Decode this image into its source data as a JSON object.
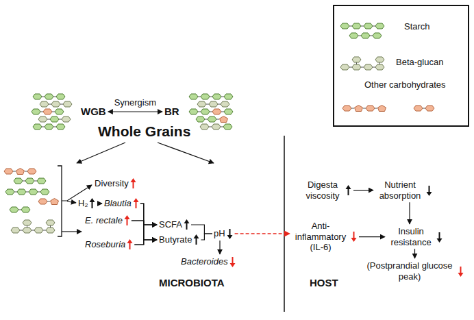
{
  "diagram": {
    "nodes": [
      {
        "text": [
          "WGB"
        ]
      },
      {
        "text": [
          "BR"
        ]
      },
      {
        "text": [
          "Whole Grains"
        ]
      },
      {
        "text": [
          "Diversity"
        ]
      },
      {
        "text": [
          "H₂"
        ]
      },
      {
        "text": [
          "Blautia"
        ]
      },
      {
        "text": [
          "E. rectale"
        ]
      },
      {
        "text": [
          "Roseburia"
        ]
      },
      {
        "text": [
          "SCFA"
        ]
      },
      {
        "text": [
          "Butyrate"
        ]
      },
      {
        "text": [
          "pH"
        ]
      },
      {
        "text": [
          "Bacteroides"
        ]
      },
      {
        "text": [
          "Digesta viscosity"
        ]
      },
      {
        "text": [
          "Nutrient absorption"
        ]
      },
      {
        "text": [
          "Anti-inflammatory (IL-6)"
        ]
      },
      {
        "text": [
          "Insulin resistance"
        ]
      },
      {
        "text": [
          "(Postprandial glucose peak)"
        ]
      }
    ],
    "edges": [
      {
        "from": 0,
        "to": 1,
        "arrow": "both",
        "label": "Synergism"
      },
      {
        "from": 4,
        "to": 5,
        "arrow": "to"
      },
      {
        "from": 5,
        "to": 8,
        "arrow": "to"
      },
      {
        "from": 5,
        "to": 9,
        "arrow": "to"
      },
      {
        "from": 6,
        "to": 8,
        "arrow": "to"
      },
      {
        "from": 6,
        "to": 9,
        "arrow": "to"
      },
      {
        "from": 7,
        "to": 8,
        "arrow": "to"
      },
      {
        "from": 7,
        "to": 9,
        "arrow": "to"
      },
      {
        "from": 8,
        "to": 10,
        "arrow": "none"
      },
      {
        "from": 9,
        "to": 10,
        "arrow": "none"
      },
      {
        "from": 10,
        "to": 11,
        "arrow": "to"
      },
      {
        "from": 10,
        "to": 14,
        "arrow": "to"
      },
      {
        "from": 12,
        "to": 13,
        "arrow": "to"
      },
      {
        "from": 13,
        "to": 15,
        "arrow": "to"
      },
      {
        "from": 14,
        "to": 15,
        "arrow": "to"
      },
      {
        "from": 15,
        "to": 16,
        "arrow": "to"
      }
    ],
    "labels": [
      "MICROBIOTA",
      "HOST"
    ],
    "legend": [
      {
        "text": "Starch"
      },
      {
        "text": "Beta-glucan"
      },
      {
        "text": "Other carbohydrates"
      }
    ]
  }
}
